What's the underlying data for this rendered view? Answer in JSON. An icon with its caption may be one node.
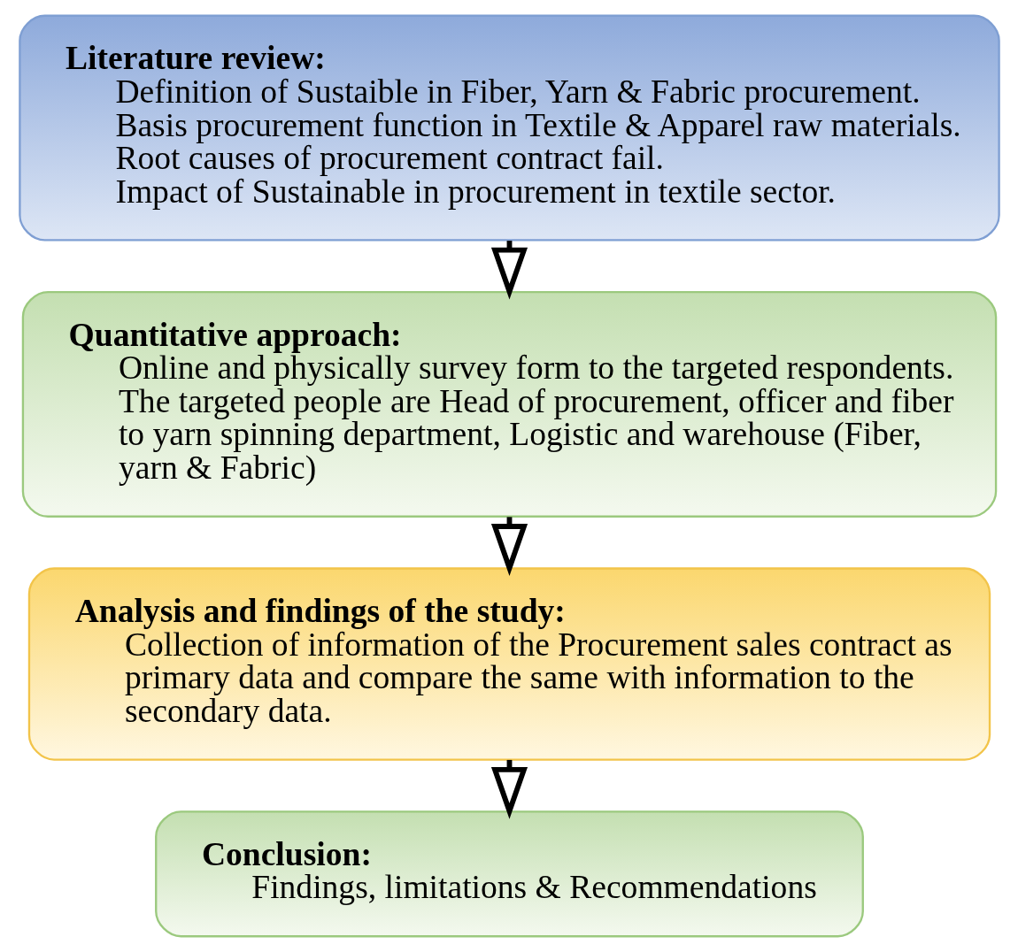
{
  "diagram": {
    "nodes": [
      {
        "text": [
          "Literature review:",
          "Definition of Sustaible in Fiber, Yarn & Fabric procurement.",
          "Basis procurement function in Textile & Apparel raw materials.",
          "Root causes of procurement contract fail.",
          "Impact of Sustainable in procurement in textile sector."
        ]
      },
      {
        "text": [
          "Quantitative approach:",
          "Online and physically survey form to the targeted respondents.",
          "The targeted people are Head of procurement, officer and fiber to yarn spinning department, Logistic and warehouse (Fiber, yarn & Fabric)"
        ]
      },
      {
        "text": [
          "Analysis and findings of the study:",
          "Collection of information of the Procurement sales contract as primary data and compare the same with information to the secondary data."
        ]
      },
      {
        "text": [
          "Conclusion:",
          "Findings, limitations & Recommendations"
        ]
      }
    ],
    "edges": [
      {
        "from": 0,
        "to": 1,
        "arrow": "to"
      },
      {
        "from": 1,
        "to": 2,
        "arrow": "to"
      },
      {
        "from": 2,
        "to": 3,
        "arrow": "to"
      }
    ]
  }
}
